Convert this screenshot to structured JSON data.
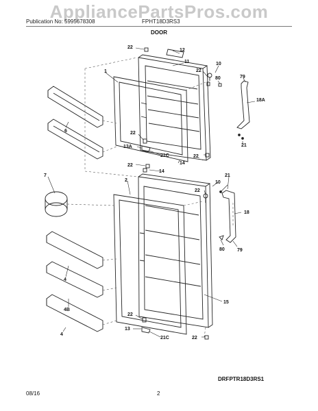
{
  "watermark": "AppliancePartsPros.com",
  "header": {
    "publication": "Publication No: 5995678308",
    "model": "FPHT18D3RS3",
    "section": "DOOR"
  },
  "drawing_code": "DRFPTR18D3RS1",
  "footer": {
    "date": "08/16",
    "page": "2"
  },
  "callouts": {
    "c1": "1",
    "c2": "2",
    "c4a": "4",
    "c4b": "4",
    "c4B": "4B",
    "c6": "6",
    "c7": "7",
    "c10a": "10",
    "c10b": "10",
    "c11": "11",
    "c12": "12",
    "c13": "13",
    "c13A": "13A",
    "c14a": "14",
    "c14b": "14",
    "c15": "15",
    "c18": "18",
    "c18A": "18A",
    "c21a": "21",
    "c21b": "21",
    "c21Ca": "21C",
    "c21Cb": "21C",
    "c22a": "22",
    "c22b": "22",
    "c22c": "22",
    "c22d": "22",
    "c22e": "22",
    "c22f": "22",
    "c22g": "22",
    "c22h": "22",
    "c79a": "79",
    "c79b": "79",
    "c80a": "80",
    "c80b": "80"
  }
}
